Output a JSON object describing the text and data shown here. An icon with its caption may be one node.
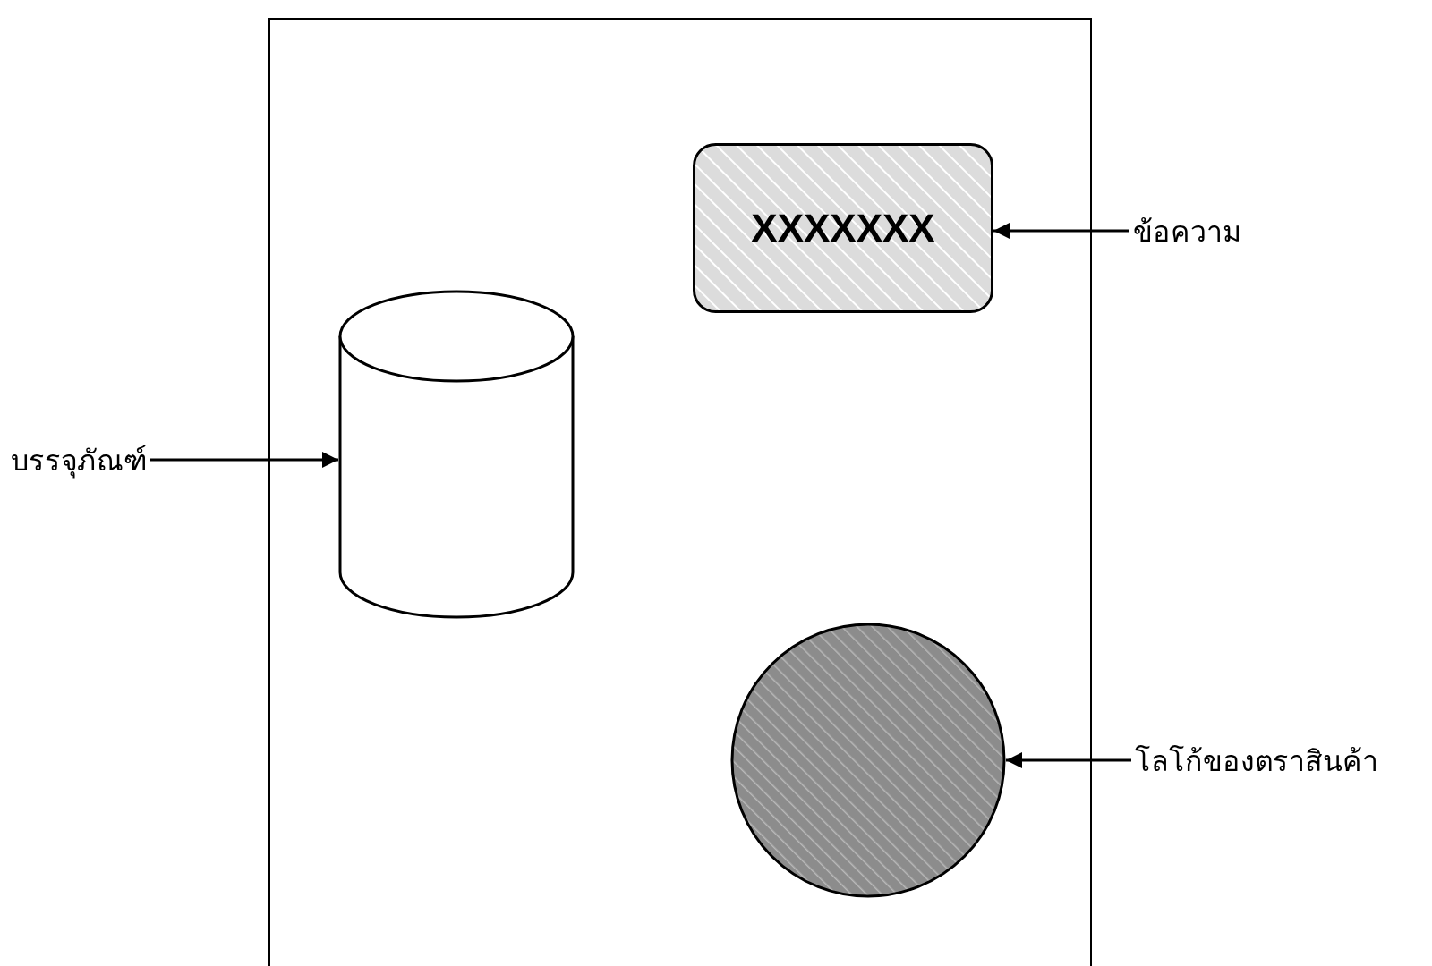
{
  "diagram": {
    "nodes": [
      {
        "text": [],
        "shape": "box"
      },
      {
        "text": [
          "XXXXXXX"
        ],
        "in": 0
      },
      {
        "text": [],
        "shape": "cylinder",
        "in": 0
      },
      {
        "text": [],
        "shape": "circle",
        "in": 0
      },
      {
        "text": [
          "ข้อความ"
        ]
      },
      {
        "text": [
          "บรรจุภัณฑ์"
        ]
      },
      {
        "text": [
          "โลโก้ของตราสินค้า"
        ]
      }
    ],
    "edges": [
      {
        "from": 4,
        "to": 1,
        "arrow": "to"
      },
      {
        "from": 5,
        "to": 2,
        "arrow": "to"
      },
      {
        "from": 6,
        "to": 3,
        "arrow": "to"
      }
    ]
  }
}
